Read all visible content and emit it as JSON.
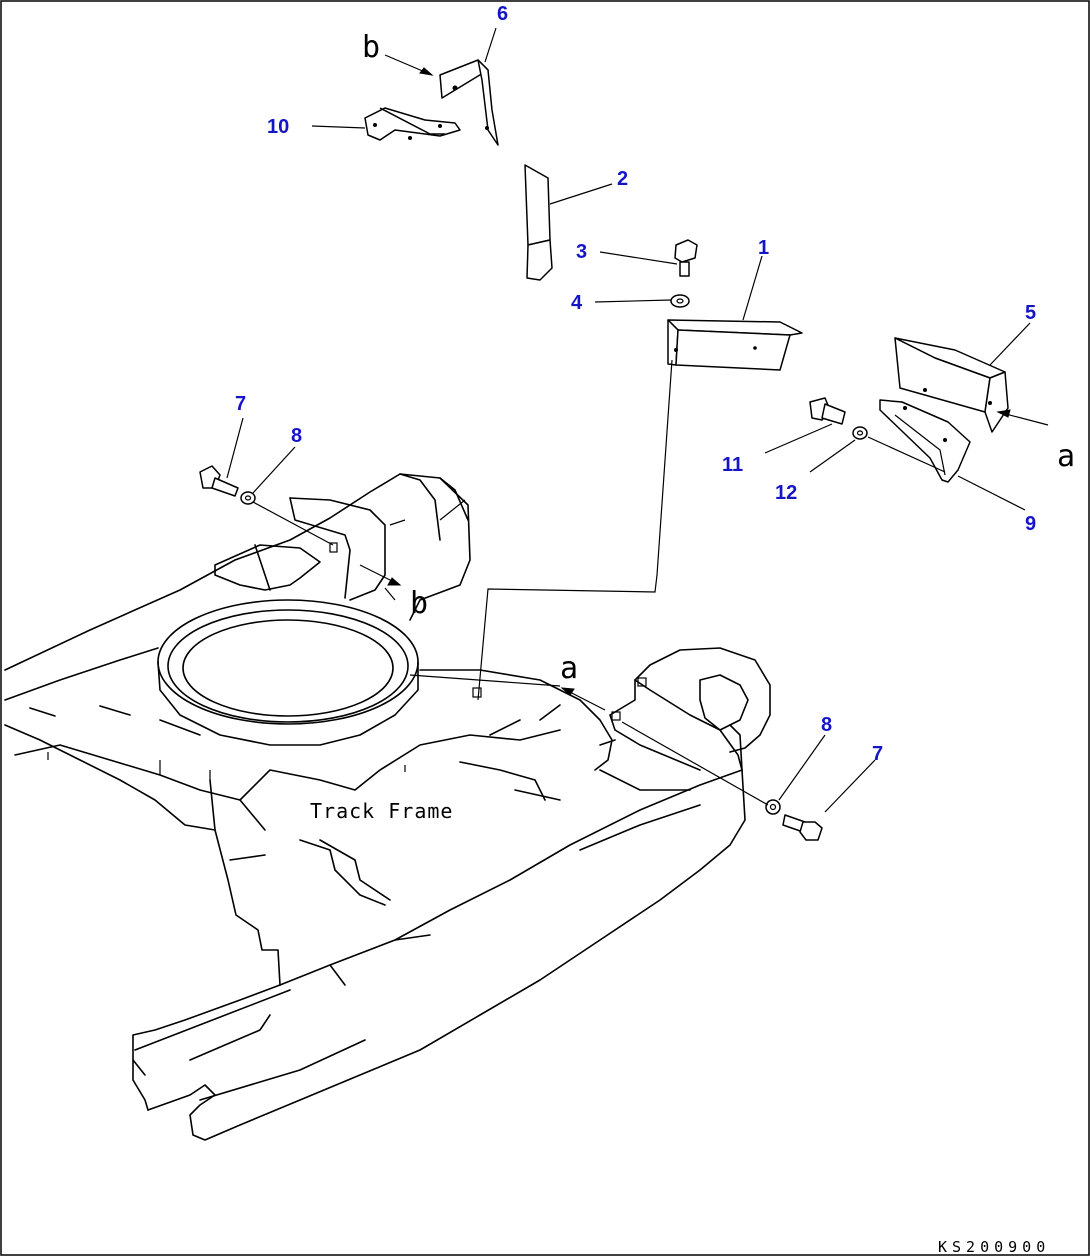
{
  "frame_label": "Track Frame",
  "drawing_code": "KS200900",
  "callouts": {
    "p1": "1",
    "p2": "2",
    "p3": "3",
    "p4": "4",
    "p5": "5",
    "p6": "6",
    "p7a": "7",
    "p7b": "7",
    "p8a": "8",
    "p8b": "8",
    "p9": "9",
    "p10": "10",
    "p11": "11",
    "p12": "12"
  },
  "view_markers": {
    "a_right": "a",
    "a_frame": "a",
    "b_top": "b",
    "b_frame": "b"
  },
  "colors": {
    "callout": "#1515c8",
    "line": "#000000"
  }
}
